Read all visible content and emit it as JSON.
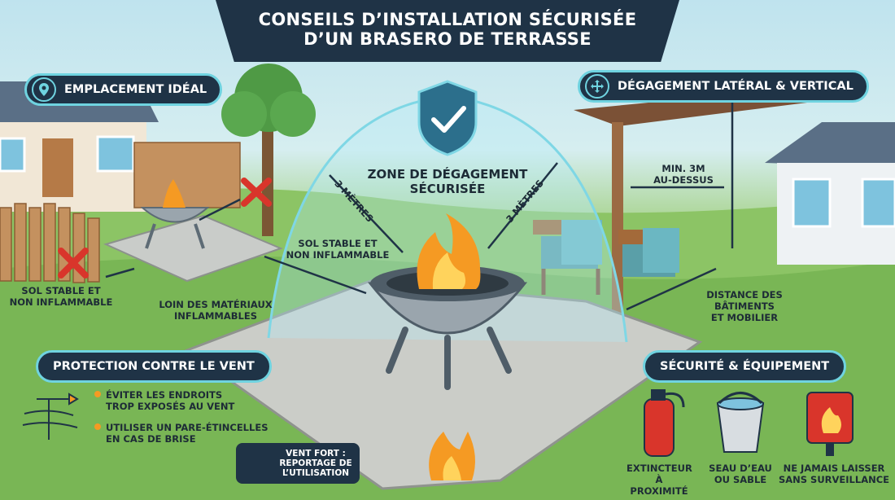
{
  "title": {
    "line1": "CONSEILS D’INSTALLATION SÉCURISÉE",
    "line2": "D’UN BRASERO DE TERRASSE"
  },
  "sections": {
    "placement": {
      "label": "EMPLACEMENT IDÉAL",
      "icon": "location-pin-icon"
    },
    "clearance": {
      "label": "DÉGAGEMENT LATÉRAL & VERTICAL",
      "icon": "four-arrows-icon"
    },
    "wind": {
      "label": "PROTECTION CONTRE LE VENT"
    },
    "safety": {
      "label": "SÉCURITÉ & ÉQUIPEMENT"
    }
  },
  "labels": {
    "stable_left_1": "SOL STABLE ET",
    "stable_left_2": "NON INFLAMMABLE",
    "far_1": "LOIN DES MATÉRIAUX",
    "far_2": "INFLAMMABLES",
    "stable_center_1": "SOL STABLE ET",
    "stable_center_2": "NON INFLAMMABLE",
    "zone_1": "ZONE DE DÉGAGEMENT",
    "zone_2": "SÉCURISÉE",
    "three_m_left": "3 MÈTRES",
    "three_m_right": "3 MÈTRES",
    "min_above_1": "MIN. 3M",
    "min_above_2": "AU-DESSUS",
    "distance_1": "DISTANCE DES BÂTIMENTS",
    "distance_2": "ET MOBILIER"
  },
  "wind_tips": [
    {
      "line1": "ÉVITER LES ENDROITS",
      "line2": "TROP EXPOSÉS AU VENT"
    },
    {
      "line1": "UTILISER UN PARE-ÉTINCELLES",
      "line2": "EN CAS DE BRISE"
    }
  ],
  "warning": {
    "line1": "VENT FORT :",
    "line2": "REPORTAGE DE",
    "line3": "L’UTILISATION"
  },
  "equipment": [
    {
      "line1": "EXTINCTEUR",
      "line2": "À PROXIMITÉ",
      "icon": "fire-extinguisher-icon"
    },
    {
      "line1": "SEAU D’EAU",
      "line2": "OU SABLE",
      "icon": "water-bucket-icon"
    },
    {
      "line1": "NE JAMAIS LAISSER",
      "line2": "SANS SURVEILLANCE",
      "icon": "no-unattended-fire-icon"
    }
  ],
  "colors": {
    "navy": "#1f3346",
    "accent": "#6fd3e0",
    "flame": "#f59a23",
    "red": "#d9352b"
  }
}
